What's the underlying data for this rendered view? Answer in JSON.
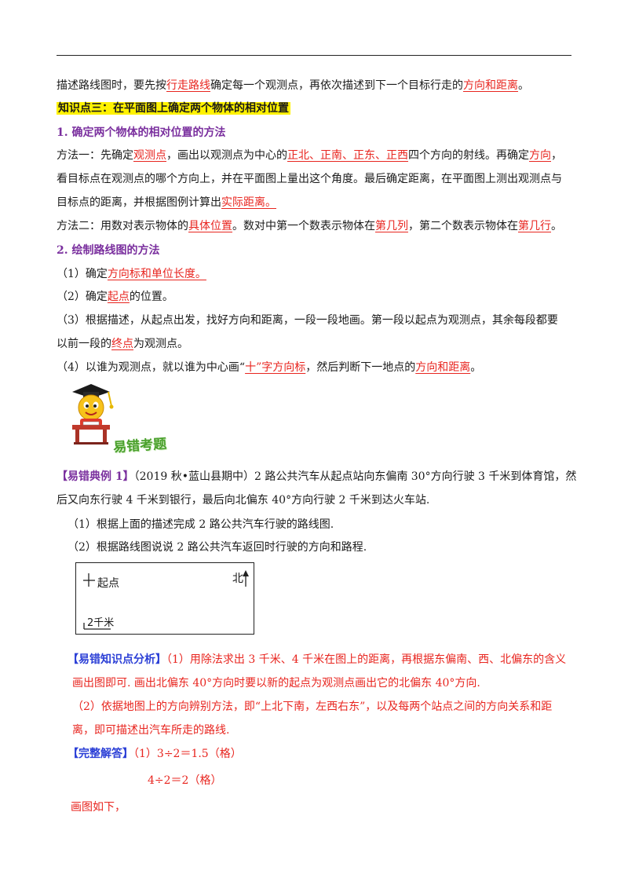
{
  "intro": {
    "t1": "描述路线图时，要先按",
    "u1": "行走路线",
    "t2": "确定每一个观测点，再依次描述到下一个目标行走的",
    "u2": "方向和距离",
    "t3": "。"
  },
  "kp3": {
    "title": "知识点三：在平面图上确定两个物体的相对位置"
  },
  "s1": {
    "title": "1.  确定两个物体的相对位置的方法",
    "m1a": "方法一：先确定",
    "m1u1": "观测点",
    "m1b": "，画出以观测点为中心的",
    "m1u2": "正北、正南、正东、正西",
    "m1c": "四个方向的射线。再确定",
    "m1u3": "方向",
    "m1d": "，",
    "m1line2": "看目标点在观测点的哪个方向上，并在平面图上量出这个角度。最后确定距离，在平面图上测出观测点与",
    "m1line3a": "目标点的距离，并根据图例计算出",
    "m1u4": "实际距离。",
    "m2a": "方法二：用数对表示物体的",
    "m2u1": "具体位置",
    "m2b": "。数对中第一个数表示物体在",
    "m2u2": "第几列",
    "m2c": "，第二个数表示物体在",
    "m2u3": "第几行",
    "m2d": "。"
  },
  "s2": {
    "title": "2.  绘制路线图的方法",
    "i1a": "（1）确定",
    "i1u": "方向标和单位长度。",
    "i2a": "（2）确定",
    "i2u": "起点",
    "i2b": "的位置。",
    "i3a": "（3）根据描述，从起点出发，找好方向和距离，一段一段地画。第一段以起点为观测点，其余每段都要",
    "i3b": "以前一段的",
    "i3u": "终点",
    "i3c": "为观测点。",
    "i4a": "（4）以谁为观测点，就以谁为中心画“",
    "i4u": "十”字方向标",
    "i4b": "，然后判断下一地点的",
    "i4u2": "方向和距离",
    "i4c": "。"
  },
  "banner": {
    "label": "易错考题"
  },
  "example": {
    "tag": "【易错典例 1】",
    "line1": "（2019 秋•蓝山县期中）2 路公共汽车从起点站向东偏南 30°方向行驶 3 千米到体育馆，然",
    "line2": "后又向东行驶 4 千米到银行，最后向北偏东 40°方向行驶 2 千米到达火车站.",
    "q1": "（1）根据上面的描述完成 2 路公共汽车行驶的路线图.",
    "q2": "（2）根据路线图说说 2 路公共汽车返回时行驶的方向和路程."
  },
  "map": {
    "start_label": "起点",
    "north_label": "北",
    "scale_label": "2千米"
  },
  "analysis": {
    "tag": "【易错知识点分析】",
    "p1a": "（1）用除法求出 3 千米、4 千米在图上的距离，再根据东偏南、西、北偏东的含义",
    "p1b": "画出图即可. 画出北偏东 40°方向时要以新的起点为观测点画出它的北偏东 40°方向.",
    "p2a": "（2）依据地图上的方向辨别方法，即“上北下南，左西右东”，以及每两个站点之间的方向关系和距",
    "p2b": "离，即可描述出汽车所走的路线."
  },
  "answer": {
    "tag": "【完整解答】",
    "l1": "（1）3÷2＝1.5（格）",
    "l2": "4÷2＝2（格）",
    "l3": "画图如下，"
  }
}
